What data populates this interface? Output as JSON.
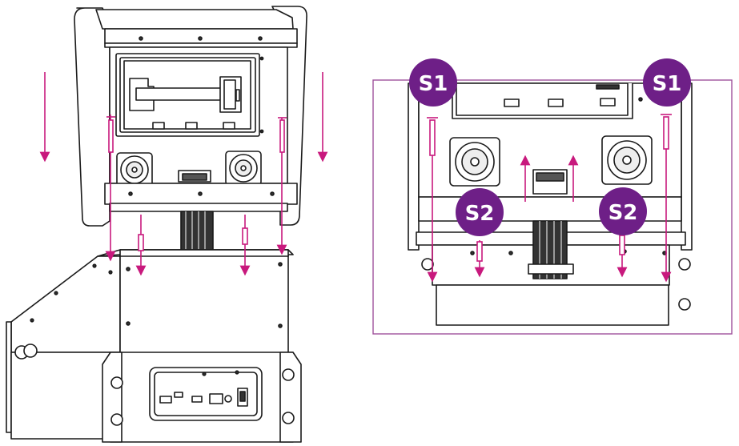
{
  "figure": {
    "callouts": {
      "s1_left": "S1",
      "s1_right": "S1",
      "s2_left": "S2",
      "s2_right": "S2"
    },
    "colors": {
      "accent": "#c8197d",
      "badge": "#6e1f87",
      "detail_frame": "#a0529c",
      "line": "#1a1a1a"
    },
    "icons": [
      "down-arrow-icon",
      "up-arrow-icon",
      "screw-icon",
      "speaker-icon"
    ]
  }
}
